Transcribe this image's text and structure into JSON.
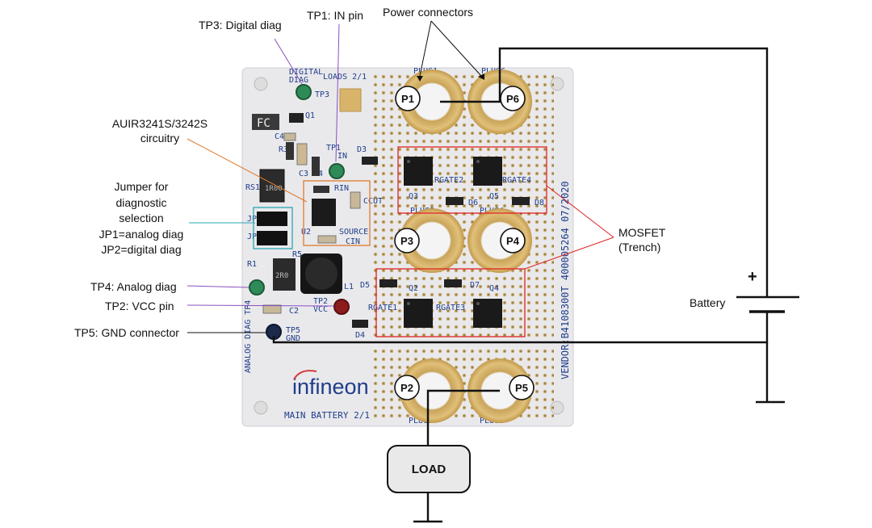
{
  "labels": {
    "tp3": "TP3: Digital diag",
    "tp1": "TP1: IN pin",
    "power_connectors": "Power connectors",
    "auir_line1": "AUIR3241S/3242S",
    "auir_line2": "circuitry",
    "jumper_line1": "Jumper for",
    "jumper_line2": "diagnostic",
    "jumper_line3": "selection",
    "jumper_line4": "JP1=analog diag",
    "jumper_line5": "JP2=digital diag",
    "tp4": "TP4: Analog diag",
    "tp2": "TP2: VCC pin",
    "tp5": "TP5: GND connector",
    "mosfet_line1": "MOSFET",
    "mosfet_line2": "(Trench)",
    "battery": "Battery",
    "battery_plus": "+"
  },
  "pads": [
    "P1",
    "P6",
    "P3",
    "P4",
    "P2",
    "P5"
  ],
  "load": "LOAD",
  "board": {
    "silkscreen": {
      "loads": "LOADS 2/1",
      "digital_diag_1": "DIGITAL",
      "digital_diag_2": "DIAG",
      "tp3": "TP3",
      "plug1": "PLUG1",
      "plug6": "PLUG6",
      "plug3": "PLUG3",
      "plug4": "PLUG4",
      "plug2": "PLUG2",
      "plug5": "PLUG5",
      "fc": "FC",
      "c4": "C4",
      "q1": "Q1",
      "r3": "R3",
      "c3": "C3",
      "r4": "R4",
      "tp1_1": "TP1",
      "tp1_2": "IN",
      "u2": "U2",
      "rin": "RIN",
      "ccut": "CCUT",
      "source": "SOURCE",
      "cin": "CIN",
      "jp2": "JP2",
      "jp1": "JP1",
      "rs1": "RS1",
      "r1": "R1",
      "r5": "R5",
      "l1": "L1",
      "tp4": "ANALOG DIAG TP4",
      "tp2_1": "TP2",
      "tp2_2": "VCC",
      "c2": "C2",
      "tp5_1": "TP5",
      "tp5_2": "GND",
      "d3": "D3",
      "d4": "D4",
      "d5": "D5",
      "d6": "D6",
      "d7": "D7",
      "d8": "D8",
      "q2": "Q2",
      "q3": "Q3",
      "q4": "Q4",
      "q5": "Q5",
      "rgate1": "RGATE1",
      "rgate2": "RGATE2",
      "rgate3": "RGATE3",
      "rgate4": "RGATE4",
      "brand": "infineon",
      "main_battery": "MAIN BATTERY 2/1",
      "vendor": "VENDOR:B4108300T 400005264 07/2020"
    }
  },
  "colors": {
    "board": "#e9e9ec",
    "gold": "#d7b46a",
    "silk": "#1f3d8a",
    "callout_purple": "#8b4fbf",
    "callout_orange": "#e07a2a",
    "callout_teal": "#2aa8b0",
    "callout_red": "#e02424"
  }
}
